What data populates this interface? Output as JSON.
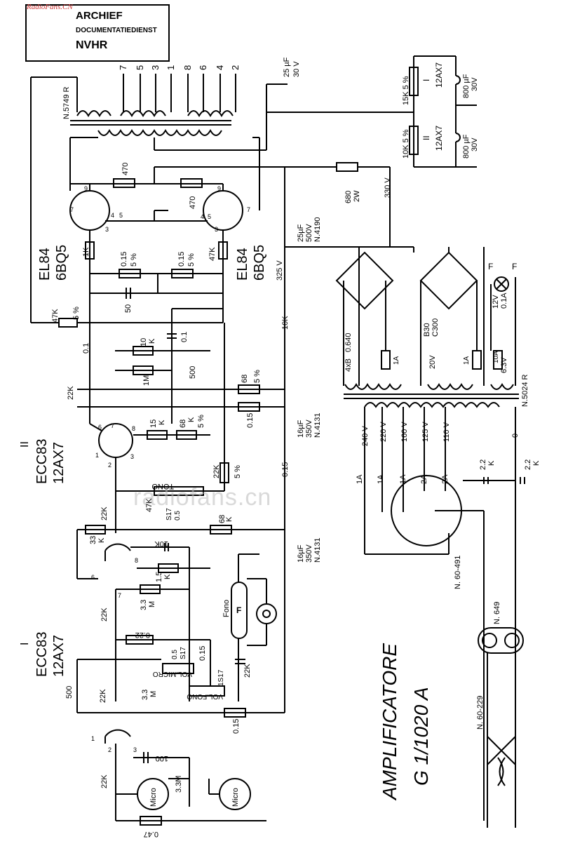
{
  "watermarks": {
    "top": "RadioFans.CN",
    "middle": "radiofans.cn"
  },
  "stamp": {
    "line1": "ARCHIEF",
    "line2": "DOCUMENTATIEDIENST",
    "line3": "NVHR"
  },
  "title": {
    "line1": "AMPLIFICATORE",
    "line2": "G 1/1020 A"
  },
  "output_transformer": {
    "id": "N.5749 R",
    "taps": [
      "7",
      "5",
      "3",
      "1",
      "8",
      "6",
      "4",
      "2"
    ]
  },
  "power_transformer": {
    "id": "N.5024 R",
    "primary_taps": [
      "240 V",
      "220 V",
      "160 V",
      "125 V",
      "110 V",
      "0"
    ]
  },
  "tubes": {
    "output": [
      {
        "type": "EL84",
        "alt": "6BQ5"
      },
      {
        "type": "EL84",
        "alt": "6BQ5"
      }
    ],
    "driver": {
      "roman": "II",
      "type": "ECC83",
      "alt": "12AX7"
    },
    "input": {
      "roman": "I",
      "type": "ECC83",
      "alt": "12AX7"
    },
    "heater_I": {
      "roman": "I",
      "type": "12AX7"
    },
    "heater_II": {
      "roman": "II",
      "type": "12AX7"
    }
  },
  "pins": [
    "9",
    "7",
    "3",
    "4",
    "5",
    "1",
    "2",
    "6",
    "8"
  ],
  "resistors": [
    "470",
    "470",
    "1K",
    "47K",
    "0.15",
    "5 %",
    "0.15",
    "5 %",
    "47K",
    "5 %",
    "10",
    "K",
    "1M",
    "68",
    "5 %",
    "15",
    "K",
    "68",
    "K",
    "5 %",
    "22K",
    "5 %",
    "TONO",
    "47K",
    "S17",
    "0.5",
    "68",
    "K",
    "33",
    "K",
    "10K",
    "1.5",
    "K",
    "3.3",
    "M",
    "0.22",
    "0.5",
    "S17",
    "0.15",
    "VOL.MICRO",
    "3.3",
    "M",
    "VOL.FONO",
    "1S17",
    "0.15",
    "3.3M",
    "0.47",
    "680",
    "2W",
    "15K 5 %",
    "10K 5 %",
    "10K",
    "0.15",
    "0.15"
  ],
  "capacitors": [
    "25 µF",
    "30 V",
    "25µF",
    "500V",
    "N.4190",
    "50",
    "0.1",
    "0.1",
    "500",
    "22K",
    "16µF",
    "350V",
    "N.4131",
    "22K",
    "16µF",
    "350V",
    "N.4131",
    "22K",
    "500",
    "22K",
    "100",
    "22K",
    "800 µF",
    "30V",
    "800 µF",
    "30V",
    "2.2",
    "K",
    "2.2",
    "K",
    "22K"
  ],
  "voltages": [
    "330 V",
    "325 V"
  ],
  "rectifiers": [
    {
      "code": "4xB",
      "spec": "0.640"
    },
    {
      "code": "B30",
      "spec": "C300"
    }
  ],
  "fuses": [
    "1A",
    "1A",
    "10A"
  ],
  "secondary_voltages": [
    "20V",
    "6.3V"
  ],
  "lamp": {
    "volt": "12V",
    "amp": "0.1A"
  },
  "outputs": [
    "F",
    "F"
  ],
  "mains": {
    "switch": "N. 60-491",
    "plug": "N. 60-229",
    "socket": "N. 649"
  },
  "inputs": {
    "fono": "Fono",
    "f": "F",
    "micro1": "Micro",
    "micro2": "Micro"
  },
  "selector_currents": [
    "1A",
    "1A",
    "1A",
    "2A",
    "2A"
  ]
}
